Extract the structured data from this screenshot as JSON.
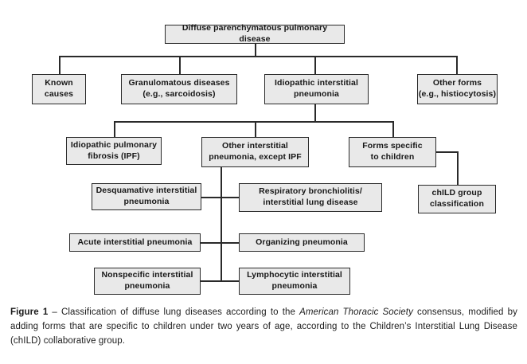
{
  "figure": {
    "nodes": [
      {
        "id": "root",
        "label": "Diffuse parenchymatous pulmonary disease"
      },
      {
        "id": "known",
        "label": "Known\ncauses"
      },
      {
        "id": "granulomatous",
        "label": "Granulomatous diseases\n(e.g., sarcoidosis)"
      },
      {
        "id": "iip",
        "label": "Idiopathic interstitial\npneumonia"
      },
      {
        "id": "other_forms",
        "label": "Other forms\n(e.g., histiocytosis)"
      },
      {
        "id": "ipf",
        "label": "Idiopathic pulmonary\nfibrosis (IPF)"
      },
      {
        "id": "other_ip",
        "label": "Other interstitial\npneumonia, except IPF"
      },
      {
        "id": "forms_children",
        "label": "Forms specific\nto children"
      },
      {
        "id": "desquamative",
        "label": "Desquamative interstitial\npneumonia"
      },
      {
        "id": "rb_ild",
        "label": "Respiratory bronchiolitis/\ninterstitial lung disease"
      },
      {
        "id": "child_group",
        "label": "chILD group\nclassification"
      },
      {
        "id": "acute",
        "label": "Acute interstitial pneumonia"
      },
      {
        "id": "organizing",
        "label": "Organizing pneumonia"
      },
      {
        "id": "nonspecific",
        "label": "Nonspecific interstitial\npneumonia"
      },
      {
        "id": "lymphocytic",
        "label": "Lymphocytic interstitial\npneumonia"
      }
    ],
    "edges": [
      {
        "from": "root",
        "to": "known"
      },
      {
        "from": "root",
        "to": "granulomatous"
      },
      {
        "from": "root",
        "to": "iip"
      },
      {
        "from": "root",
        "to": "other_forms"
      },
      {
        "from": "iip",
        "to": "ipf"
      },
      {
        "from": "iip",
        "to": "other_ip"
      },
      {
        "from": "iip",
        "to": "forms_children"
      },
      {
        "from": "other_ip",
        "to": "desquamative"
      },
      {
        "from": "other_ip",
        "to": "rb_ild"
      },
      {
        "from": "other_ip",
        "to": "acute"
      },
      {
        "from": "other_ip",
        "to": "organizing"
      },
      {
        "from": "other_ip",
        "to": "nonspecific"
      },
      {
        "from": "other_ip",
        "to": "lymphocytic"
      },
      {
        "from": "forms_children",
        "to": "child_group"
      }
    ]
  },
  "caption": {
    "label": "Figure 1",
    "dash": " – ",
    "text_before_italic": "Classification of diffuse lung diseases according to the ",
    "italic": "American Thoracic Society",
    "text_after_italic": " consensus, modified by adding forms that are specific to children under two years of age, according to the Children’s Interstitial Lung Disease (chILD) collaborative group."
  },
  "colors": {
    "background": "#ffffff",
    "node_fill": "#e9e9e9",
    "node_border": "#2a2a2a",
    "connector": "#2a2a2a",
    "text": "#171717"
  }
}
